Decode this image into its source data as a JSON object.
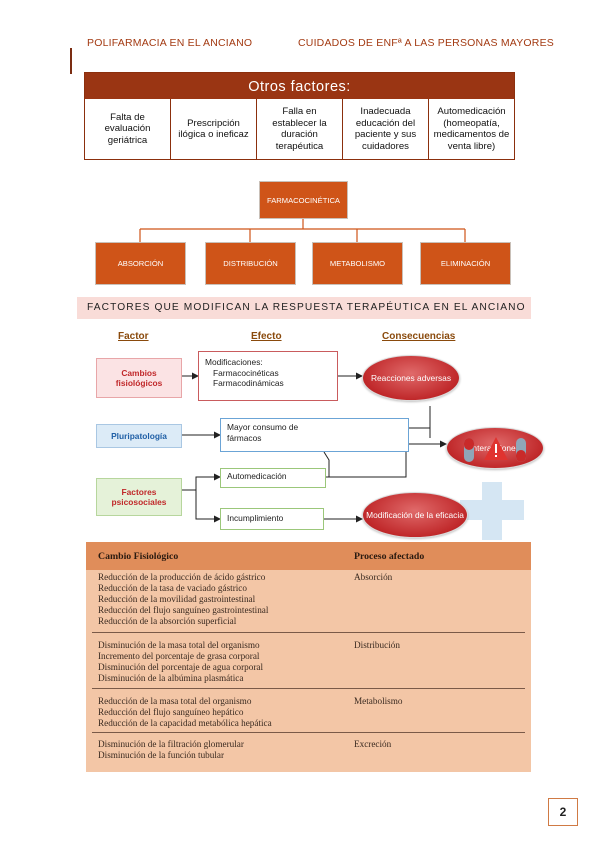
{
  "header": {
    "left": "POLIFARMACIA EN EL ANCIANO",
    "right": "CUIDADOS DE ENFª A LAS PERSONAS MAYORES"
  },
  "otros_factores": {
    "title": "Otros factores:",
    "cells": [
      "Falta de evaluación geriátrica",
      "Prescripción ilógica o ineficaz",
      "Falla en establecer la duración terapéutica",
      "Inadecuada educación del paciente y sus cuidadores",
      "Automedicación (homeopatía, medicamentos de venta libre)"
    ]
  },
  "farmacocinetica": {
    "root": "FARMACOCINÉTICA",
    "children": [
      "ABSORCIÓN",
      "DISTRIBUCIÓN",
      "METABOLISMO",
      "ELIMINACIÓN"
    ],
    "color": "#cf5418"
  },
  "section_title": "FACTORES QUE MODIFICAN LA RESPUESTA TERAPÉUTICA EN EL ANCIANO",
  "diagram": {
    "headers": {
      "factor": "Factor",
      "efecto": "Efecto",
      "consecuencias": "Consecuencias"
    },
    "factors": {
      "cambios": "Cambios fisiológicos",
      "pluripatologia": "Pluripatología",
      "psicosociales": "Factores psicosociales"
    },
    "effects": {
      "modificaciones_title": "Modificaciones:",
      "modificaciones_1": "Farmacocinéticas",
      "modificaciones_2": "Farmacodinámicas",
      "mayor_consumo": "Mayor consumo de fármacos",
      "automedicacion": "Automedicación",
      "incumplimiento": "Incumplimiento"
    },
    "consequences": {
      "reacciones": "Reacciones adversas",
      "interacciones": "Interacciones",
      "modificacion": "Modificación de la eficacia"
    }
  },
  "table": {
    "col1": "Cambio Fisiológico",
    "col2": "Proceso afectado",
    "groups": [
      {
        "changes": [
          "Reducción de la producción de ácido gástrico",
          "Reducción de la tasa de vaciado gástrico",
          "Reducción de la movilidad gastrointestinal",
          "Reducción del flujo sanguíneo gastrointestinal",
          "Reducción de la absorción superficial"
        ],
        "process": "Absorción"
      },
      {
        "changes": [
          "Disminución de la masa total del organismo",
          "Incremento del porcentaje de grasa corporal",
          "Disminución del porcentaje de agua corporal",
          "Disminución de la albúmina plasmática"
        ],
        "process": "Distribución"
      },
      {
        "changes": [
          "Reducción de la masa total del organismo",
          "Reducción del flujo sanguíneo hepático",
          "Reducción de la capacidad metabólica hepática"
        ],
        "process": "Metabolismo"
      },
      {
        "changes": [
          "Disminución de la filtración glomerular",
          "Disminución de la función tubular"
        ],
        "process": "Excreción"
      }
    ]
  },
  "page_number": "2"
}
